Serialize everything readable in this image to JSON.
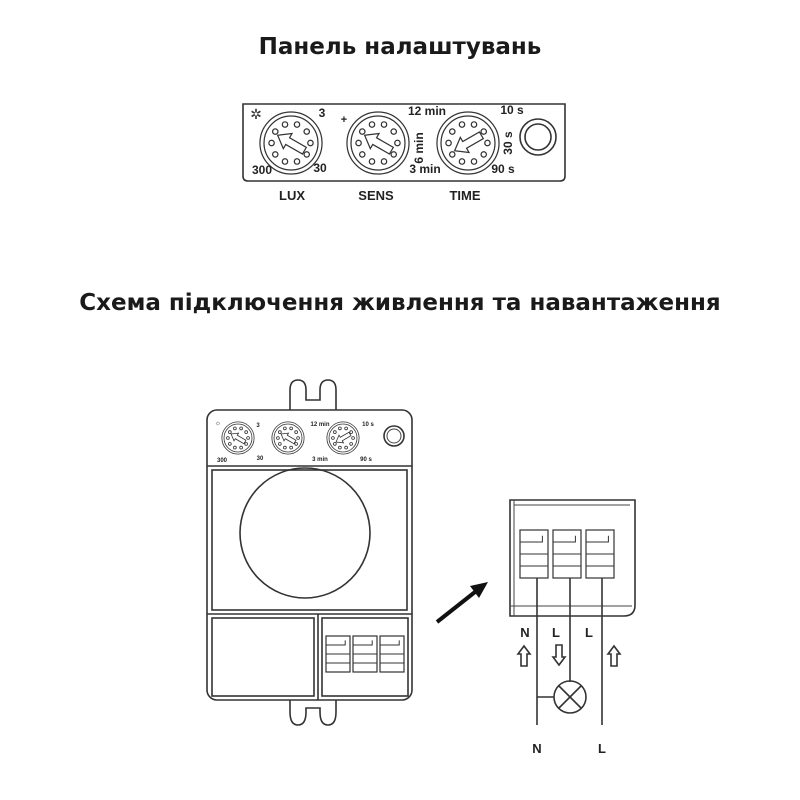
{
  "titles": {
    "panel": "Панель налаштувань",
    "wiring": "Схема підключення живлення та навантаження"
  },
  "panel": {
    "dials": [
      {
        "name": "LUX",
        "min_label": "300",
        "mid_label": "30",
        "max_label": "3",
        "icon": "sun-icon"
      },
      {
        "name": "SENS",
        "plus_label": "+"
      },
      {
        "name": "TIME",
        "labels": [
          "10 s",
          "30 s",
          "90 s",
          "3 min",
          "6 min",
          "12 min"
        ]
      }
    ]
  },
  "wiring": {
    "terminal_labels": [
      "N",
      "L",
      "L"
    ],
    "bottom_labels": [
      "N",
      "L"
    ],
    "arrows": [
      "up",
      "down",
      "up"
    ],
    "load_icon": "lamp-icon"
  },
  "colors": {
    "line": "#333333",
    "text": "#1a1a1a"
  }
}
